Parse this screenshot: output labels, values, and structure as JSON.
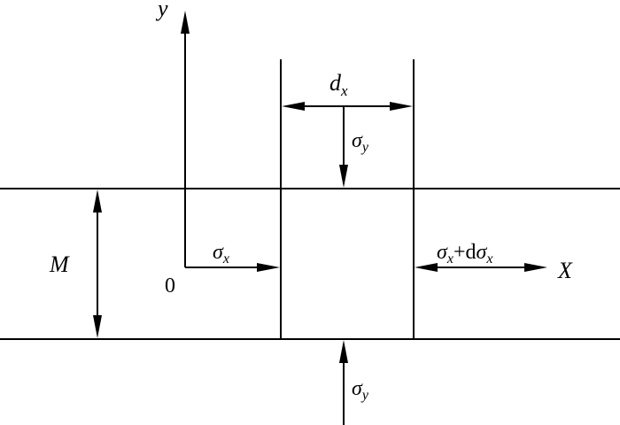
{
  "labels": {
    "y_axis": "y",
    "x_axis": "X",
    "origin": "0",
    "thickness": "M",
    "width": {
      "main": "d",
      "sub": "x"
    },
    "sigma_top": {
      "main": "σ",
      "sub": "y"
    },
    "sigma_bottom": {
      "main": "σ",
      "sub": "y"
    },
    "sigma_left": {
      "main": "σ",
      "sub": "x"
    },
    "sigma_right": {
      "main": "σ",
      "sub": "x",
      "plus": "+",
      "d": "d",
      "sigma2": "σ",
      "sub2": "x"
    }
  },
  "colors": {
    "stroke": "#000000",
    "background": "#ffffff"
  }
}
